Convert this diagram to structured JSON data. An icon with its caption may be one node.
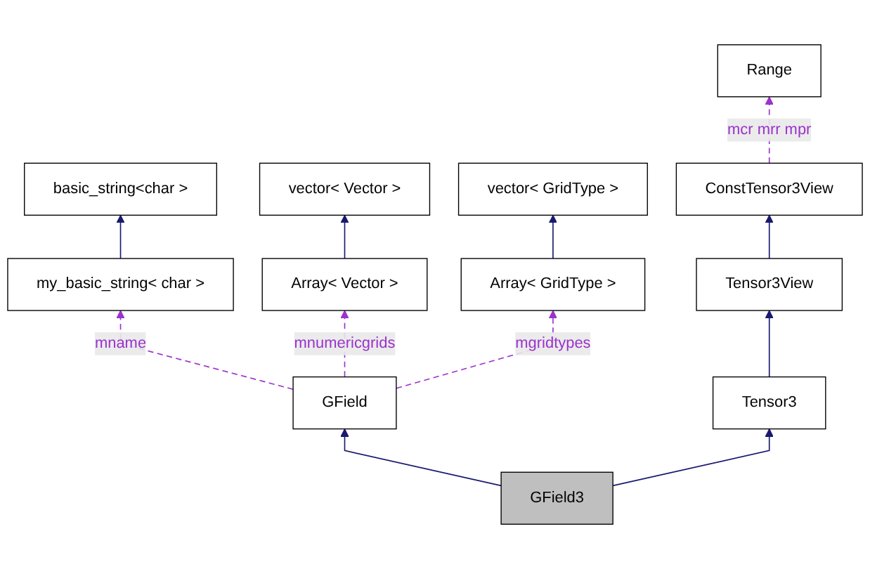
{
  "diagram": {
    "nodes": [
      {
        "text": [
          "Range"
        ]
      },
      {
        "text": [
          "basic_string<char >"
        ]
      },
      {
        "text": [
          "vector< Vector >"
        ]
      },
      {
        "text": [
          "vector< GridType >"
        ]
      },
      {
        "text": [
          "ConstTensor3View"
        ]
      },
      {
        "text": [
          "my_basic_string< char >"
        ]
      },
      {
        "text": [
          "Array< Vector >"
        ]
      },
      {
        "text": [
          "Array< GridType >"
        ]
      },
      {
        "text": [
          "Tensor3View"
        ]
      },
      {
        "text": [
          "GField"
        ]
      },
      {
        "text": [
          "Tensor3"
        ]
      },
      {
        "text": [
          "GField3"
        ]
      }
    ],
    "edges": [
      {
        "from": 4,
        "to": 0,
        "arrow": "to",
        "label": "mcr mrr mpr",
        "style": "dashed",
        "color": "#9a32cd"
      },
      {
        "from": 5,
        "to": 1,
        "arrow": "to"
      },
      {
        "from": 6,
        "to": 2,
        "arrow": "to"
      },
      {
        "from": 7,
        "to": 3,
        "arrow": "to"
      },
      {
        "from": 8,
        "to": 4,
        "arrow": "to"
      },
      {
        "from": 9,
        "to": 5,
        "arrow": "to",
        "label": "mname",
        "style": "dashed",
        "color": "#9a32cd"
      },
      {
        "from": 9,
        "to": 6,
        "arrow": "to",
        "label": "mnumericgrids",
        "style": "dashed",
        "color": "#9a32cd"
      },
      {
        "from": 9,
        "to": 7,
        "arrow": "to",
        "label": "mgridtypes",
        "style": "dashed",
        "color": "#9a32cd"
      },
      {
        "from": 10,
        "to": 8,
        "arrow": "to"
      },
      {
        "from": 11,
        "to": 9,
        "arrow": "to"
      },
      {
        "from": 11,
        "to": 10,
        "arrow": "to"
      }
    ]
  }
}
